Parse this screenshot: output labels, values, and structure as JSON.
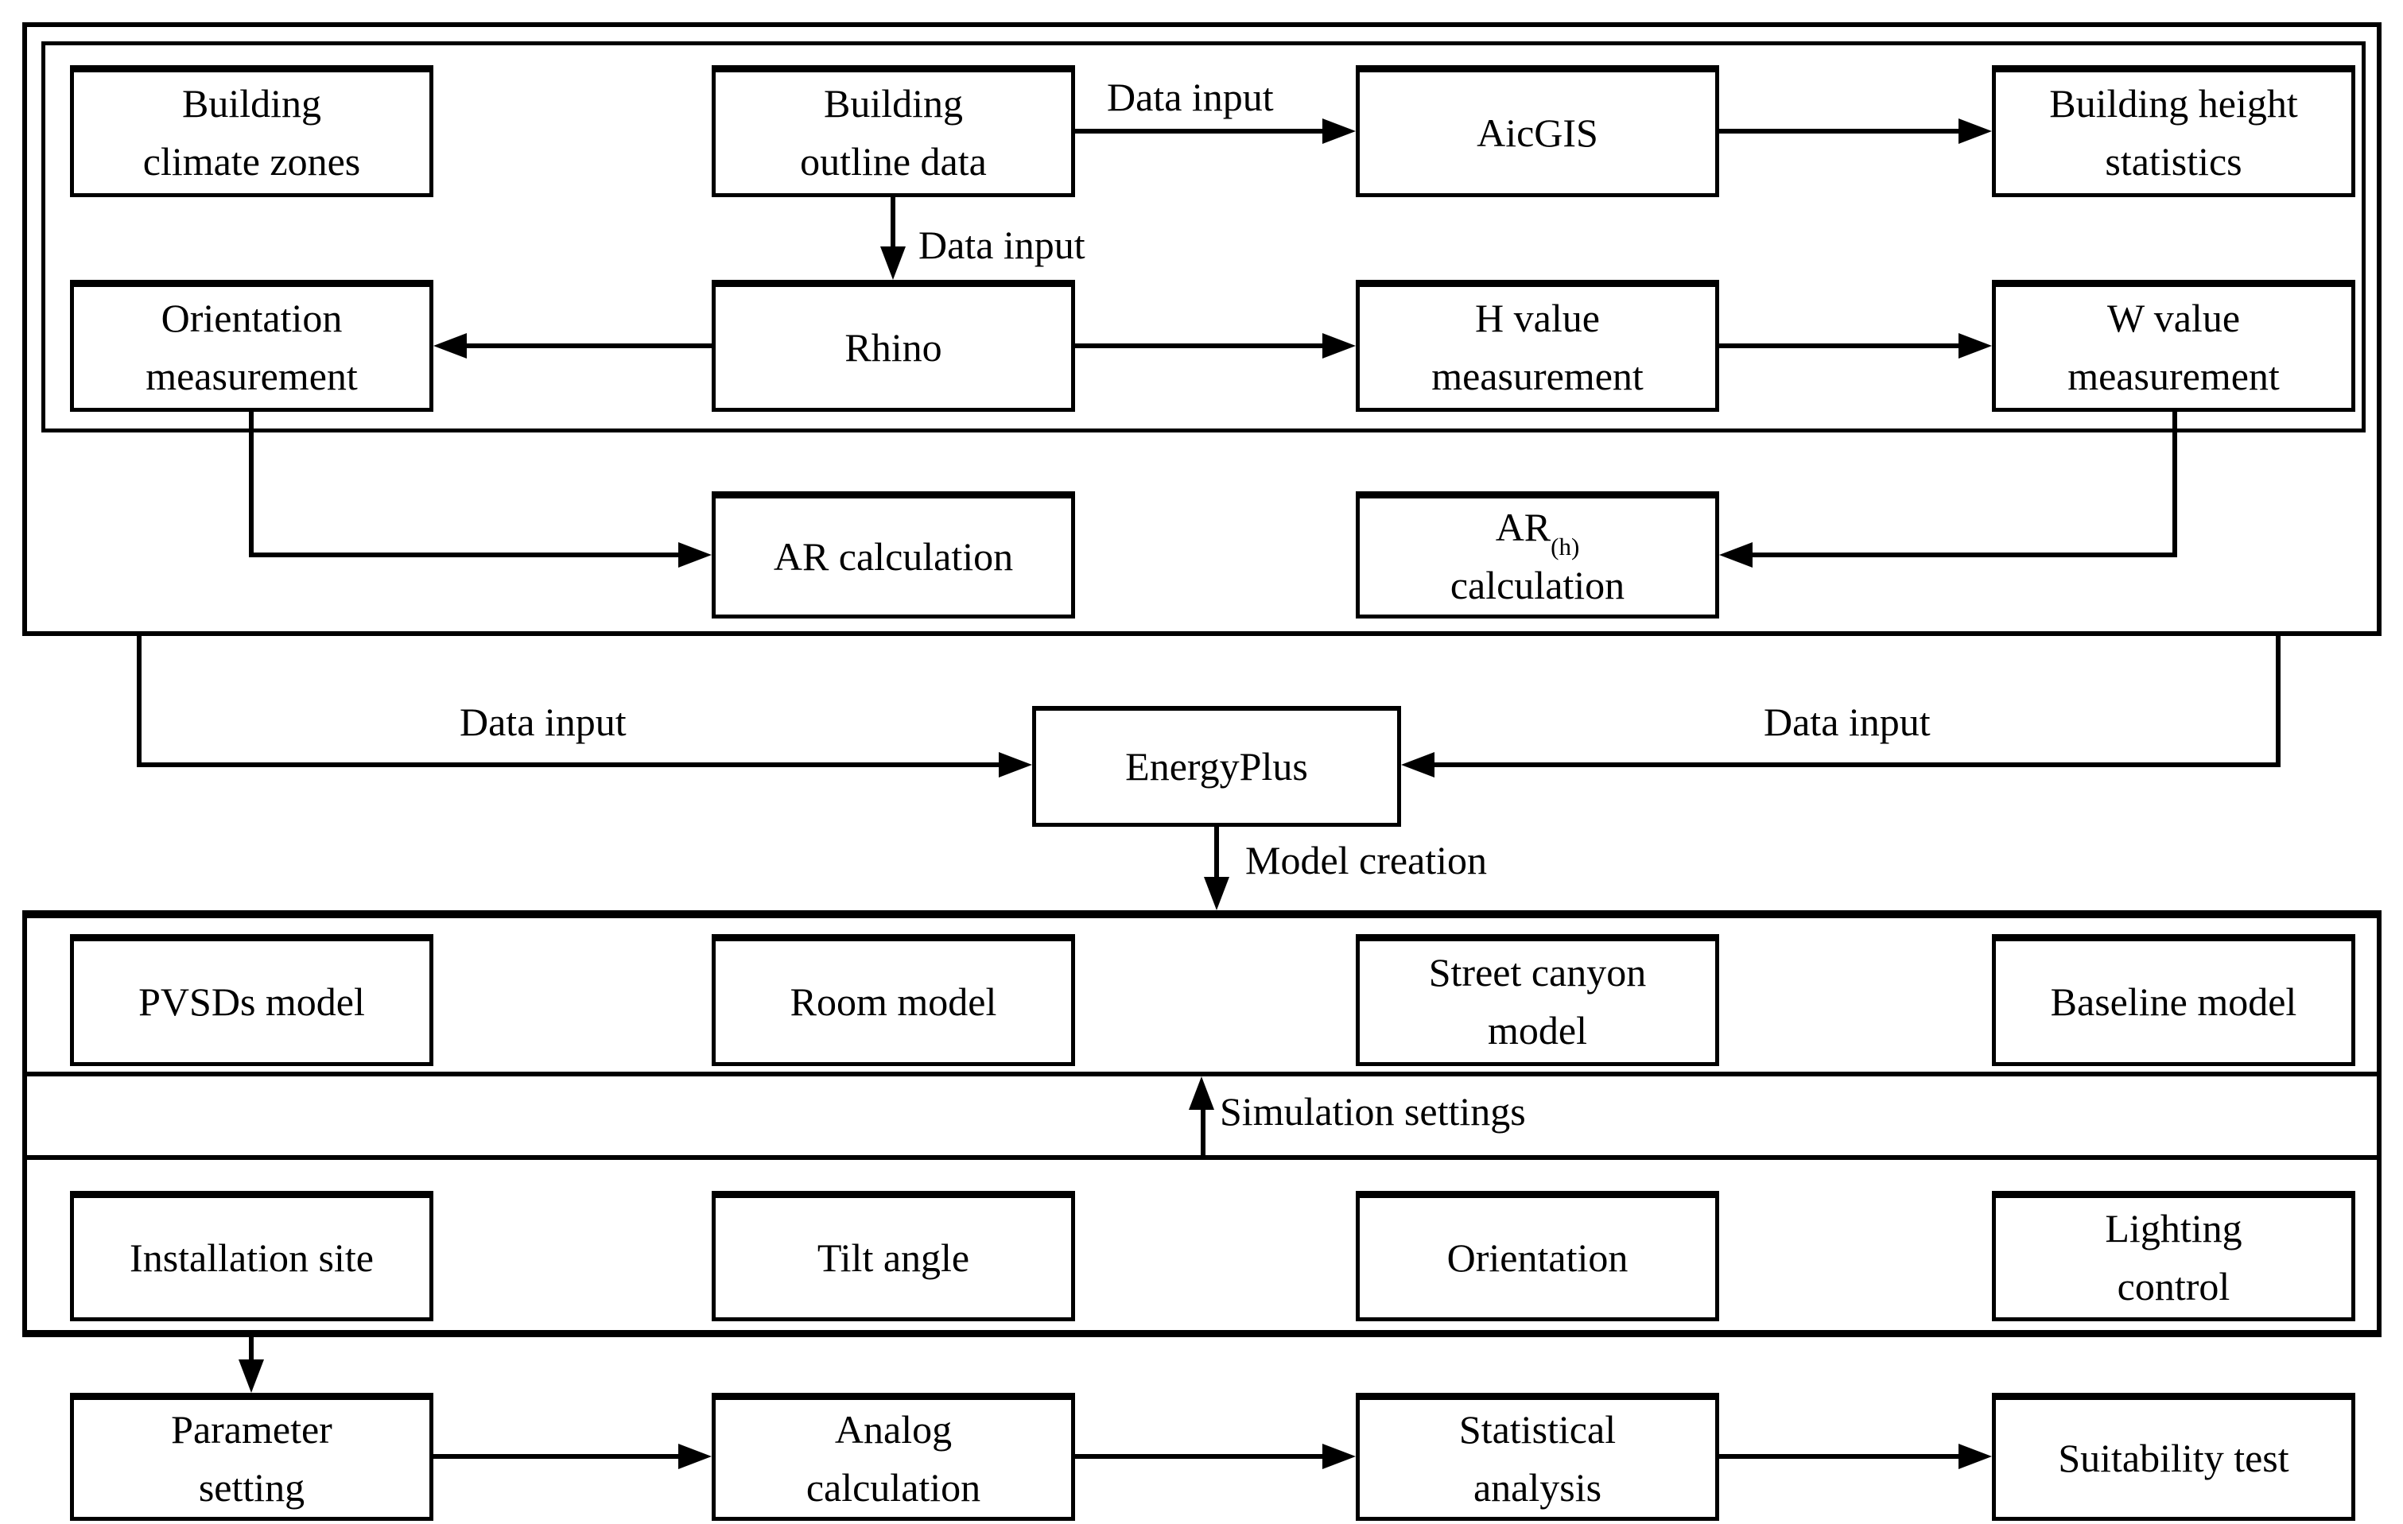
{
  "figure": {
    "boxes": {
      "building_climate_zones": [
        "Building",
        "climate zones"
      ],
      "building_outline_data": [
        "Building",
        "outline data"
      ],
      "aicgis": [
        "AicGIS"
      ],
      "building_height_statistics": [
        "Building height",
        "statistics"
      ],
      "orientation_measurement": [
        "Orientation",
        "measurement"
      ],
      "rhino": [
        "Rhino"
      ],
      "h_value_measurement": [
        "H value",
        "measurement"
      ],
      "w_value_measurement": [
        "W value",
        "measurement"
      ],
      "ar_calculation": [
        "AR calculation"
      ],
      "ar_h_calculation": {
        "base": "AR",
        "sub": "(h)",
        "line2": "calculation"
      },
      "energyplus": [
        "EnergyPlus"
      ],
      "pvsds_model": [
        "PVSDs model"
      ],
      "room_model": [
        "Room model"
      ],
      "street_canyon_model": [
        "Street canyon",
        "model"
      ],
      "baseline_model": [
        "Baseline model"
      ],
      "installation_site": [
        "Installation site"
      ],
      "tilt_angle": [
        "Tilt angle"
      ],
      "orientation": [
        "Orientation"
      ],
      "lighting_control": [
        "Lighting",
        "control"
      ],
      "parameter_setting": [
        "Parameter",
        "setting"
      ],
      "analog_calculation": [
        "Analog",
        "calculation"
      ],
      "statistical_analysis": [
        "Statistical",
        "analysis"
      ],
      "suitability_test": [
        "Suitability test"
      ]
    },
    "edge_labels": {
      "data_input_aicgis": "Data input",
      "data_input_rhino": "Data input",
      "data_input_left": "Data input",
      "data_input_right": "Data input",
      "model_creation": "Model creation",
      "simulation_settings": "Simulation settings"
    },
    "colors": {
      "line": "#000000",
      "box_fill": "#ffffff",
      "background": "#ffffff"
    }
  }
}
